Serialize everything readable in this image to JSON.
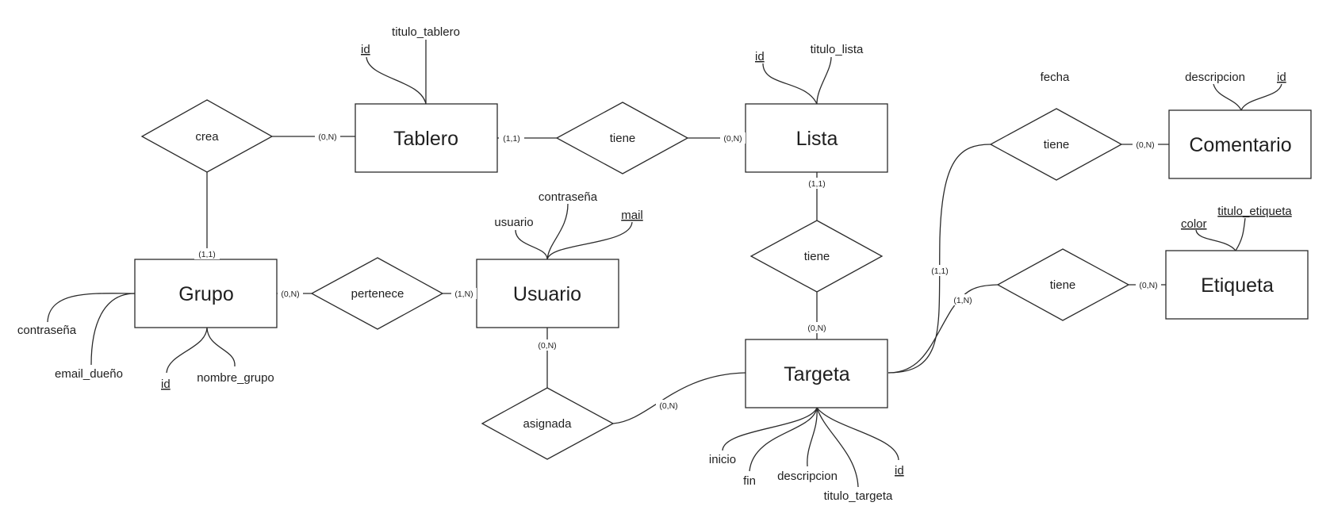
{
  "entities": {
    "tablero": "Tablero",
    "lista": "Lista",
    "comentario": "Comentario",
    "grupo": "Grupo",
    "usuario": "Usuario",
    "etiqueta": "Etiqueta",
    "targeta": "Targeta"
  },
  "relations": {
    "crea": "crea",
    "tiene_tablero_lista": "tiene",
    "tiene_comentario": "tiene",
    "tiene_lista_targeta": "tiene",
    "pertenece": "pertenece",
    "tiene_etiqueta": "tiene",
    "asignada": "asignada"
  },
  "attributes": {
    "tablero": {
      "id": "id",
      "titulo": "titulo_tablero"
    },
    "lista": {
      "id": "id",
      "titulo": "titulo_lista"
    },
    "comentario": {
      "fecha": "fecha",
      "descripcion": "descripcion",
      "id": "id"
    },
    "etiqueta": {
      "color": "color",
      "titulo": "titulo_etiqueta"
    },
    "usuario": {
      "usuario": "usuario",
      "contrasena": "contraseña",
      "mail": "mail"
    },
    "grupo": {
      "contrasena": "contraseña",
      "email": "email_dueño",
      "id": "id",
      "nombre": "nombre_grupo"
    },
    "targeta": {
      "inicio": "inicio",
      "fin": "fin",
      "descripcion": "descripcion",
      "titulo": "titulo_targeta",
      "id": "id"
    }
  },
  "cardinalities": {
    "crea_tablero": "(0,N)",
    "crea_grupo": "(1,1)",
    "tablero_tiene": "(1,1)",
    "tiene_lista": "(0,N)",
    "lista_tiene": "(1,1)",
    "tiene_targeta": "(0,N)",
    "tiene_comentario": "(0,N)",
    "targeta_comentario": "(1,1)",
    "targeta_etiqueta": "(1,N)",
    "tiene_etiqueta": "(0,N)",
    "grupo_pertenece": "(0,N)",
    "pertenece_usuario": "(1,N)",
    "usuario_asignada": "(0,N)",
    "asignada_targeta": "(0,N)"
  }
}
